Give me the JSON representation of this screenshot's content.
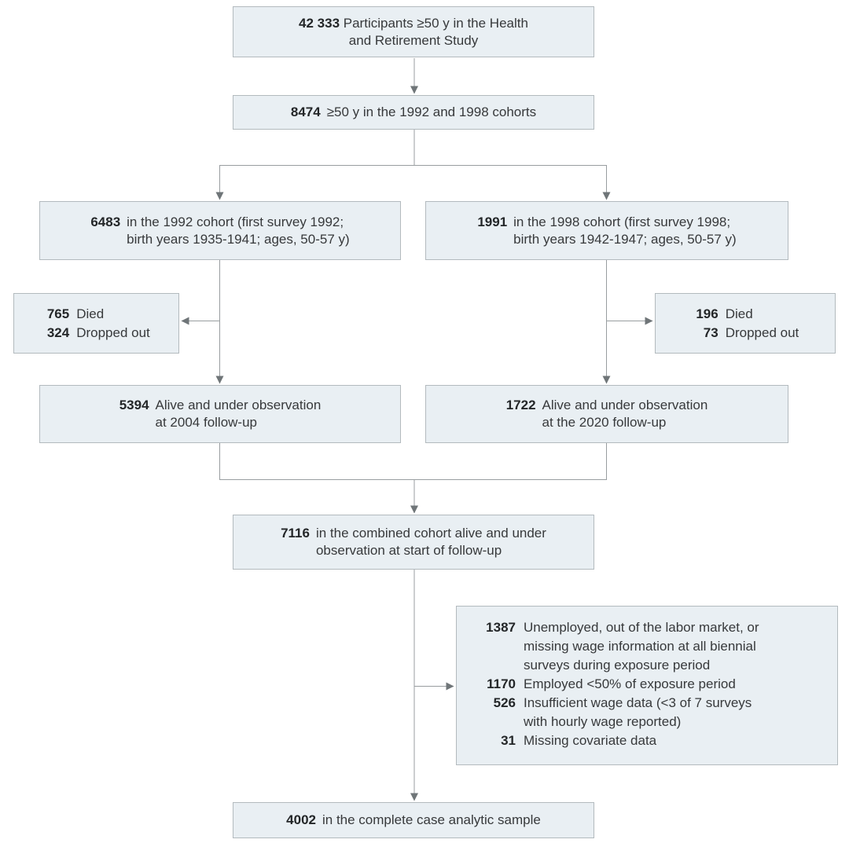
{
  "colors": {
    "box_fill": "#e9eff3",
    "box_border": "#b3babe",
    "line": "#989da0",
    "arrow": "#6f7578",
    "text": "#37393b",
    "number": "#232628"
  },
  "nodes": {
    "total": {
      "number": "42 333",
      "line1": "Participants ≥50 y in the Health",
      "line2": "and Retirement Study"
    },
    "eligible": {
      "number": "8474",
      "text": "≥50 y in the 1992 and 1998 cohorts"
    },
    "cohort1992": {
      "number": "6483",
      "line1": "in the 1992 cohort (first survey 1992;",
      "line2": "birth years 1935-1941; ages, 50-57 y)"
    },
    "cohort1998": {
      "number": "1991",
      "line1": "in the 1998 cohort (first survey 1998;",
      "line2": "birth years 1942-1947; ages, 50-57 y)"
    },
    "attrition1992": {
      "rows": [
        {
          "number": "765",
          "text": "Died"
        },
        {
          "number": "324",
          "text": "Dropped out"
        }
      ]
    },
    "attrition1998": {
      "rows": [
        {
          "number": "196",
          "text": "Died"
        },
        {
          "number": "73",
          "text": "Dropped out"
        }
      ]
    },
    "alive1992": {
      "number": "5394",
      "line1": "Alive and under observation",
      "line2": "at 2004 follow-up"
    },
    "alive1998": {
      "number": "1722",
      "line1": "Alive and under observation",
      "line2": "at the 2020 follow-up"
    },
    "combined": {
      "number": "7116",
      "line1": "in the combined cohort alive and under",
      "line2": "observation at start of follow-up"
    },
    "exclusions": {
      "rows": [
        {
          "number": "1387",
          "lines": [
            "Unemployed, out of the labor market, or",
            "missing wage information at all biennial",
            "surveys during exposure period"
          ]
        },
        {
          "number": "1170",
          "lines": [
            "Employed <50% of exposure period"
          ]
        },
        {
          "number": "526",
          "lines": [
            "Insufficient wage data (<3 of 7 surveys",
            "with hourly wage reported)"
          ]
        },
        {
          "number": "31",
          "lines": [
            "Missing covariate data"
          ]
        }
      ]
    },
    "final": {
      "number": "4002",
      "text": "in the complete case analytic sample"
    }
  }
}
